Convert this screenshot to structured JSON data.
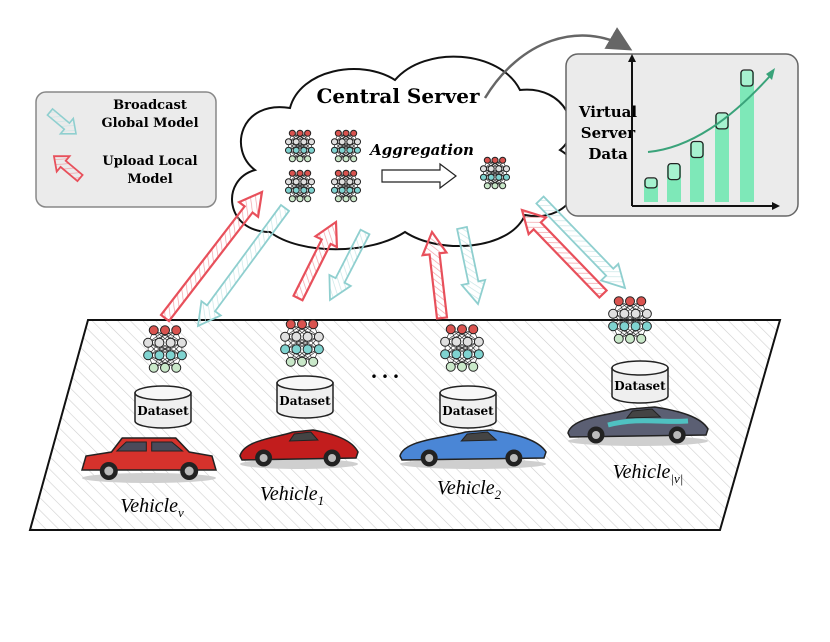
{
  "legend": {
    "broadcast_line1": "Broadcast",
    "broadcast_line2": "Global Model",
    "upload_line1": "Upload Local",
    "upload_line2": "Model"
  },
  "server": {
    "title": "Central Server",
    "aggregation": "Aggregation"
  },
  "virtual_data": {
    "line1": "Virtual",
    "line2": "Server",
    "line3": "Data",
    "bar_levels": [
      0.17,
      0.28,
      0.45,
      0.67,
      1.0
    ]
  },
  "vehicles": [
    {
      "dataset": "Dataset",
      "name": "Vehicle",
      "sub": "v"
    },
    {
      "dataset": "Dataset",
      "name": "Vehicle",
      "sub": "1"
    },
    {
      "dataset": "Dataset",
      "name": "Vehicle",
      "sub": "2"
    },
    {
      "dataset": "Dataset",
      "name": "Vehicle",
      "sub": "|ν|"
    }
  ],
  "ellipsis": ". . .",
  "colors": {
    "broadcast": "#a7d8d8",
    "upload": "#e8505b",
    "node_red": "#d9534f",
    "node_teal": "#7fd3d0",
    "node_green": "#c9e8c9",
    "bar": "#7ee8b8"
  }
}
